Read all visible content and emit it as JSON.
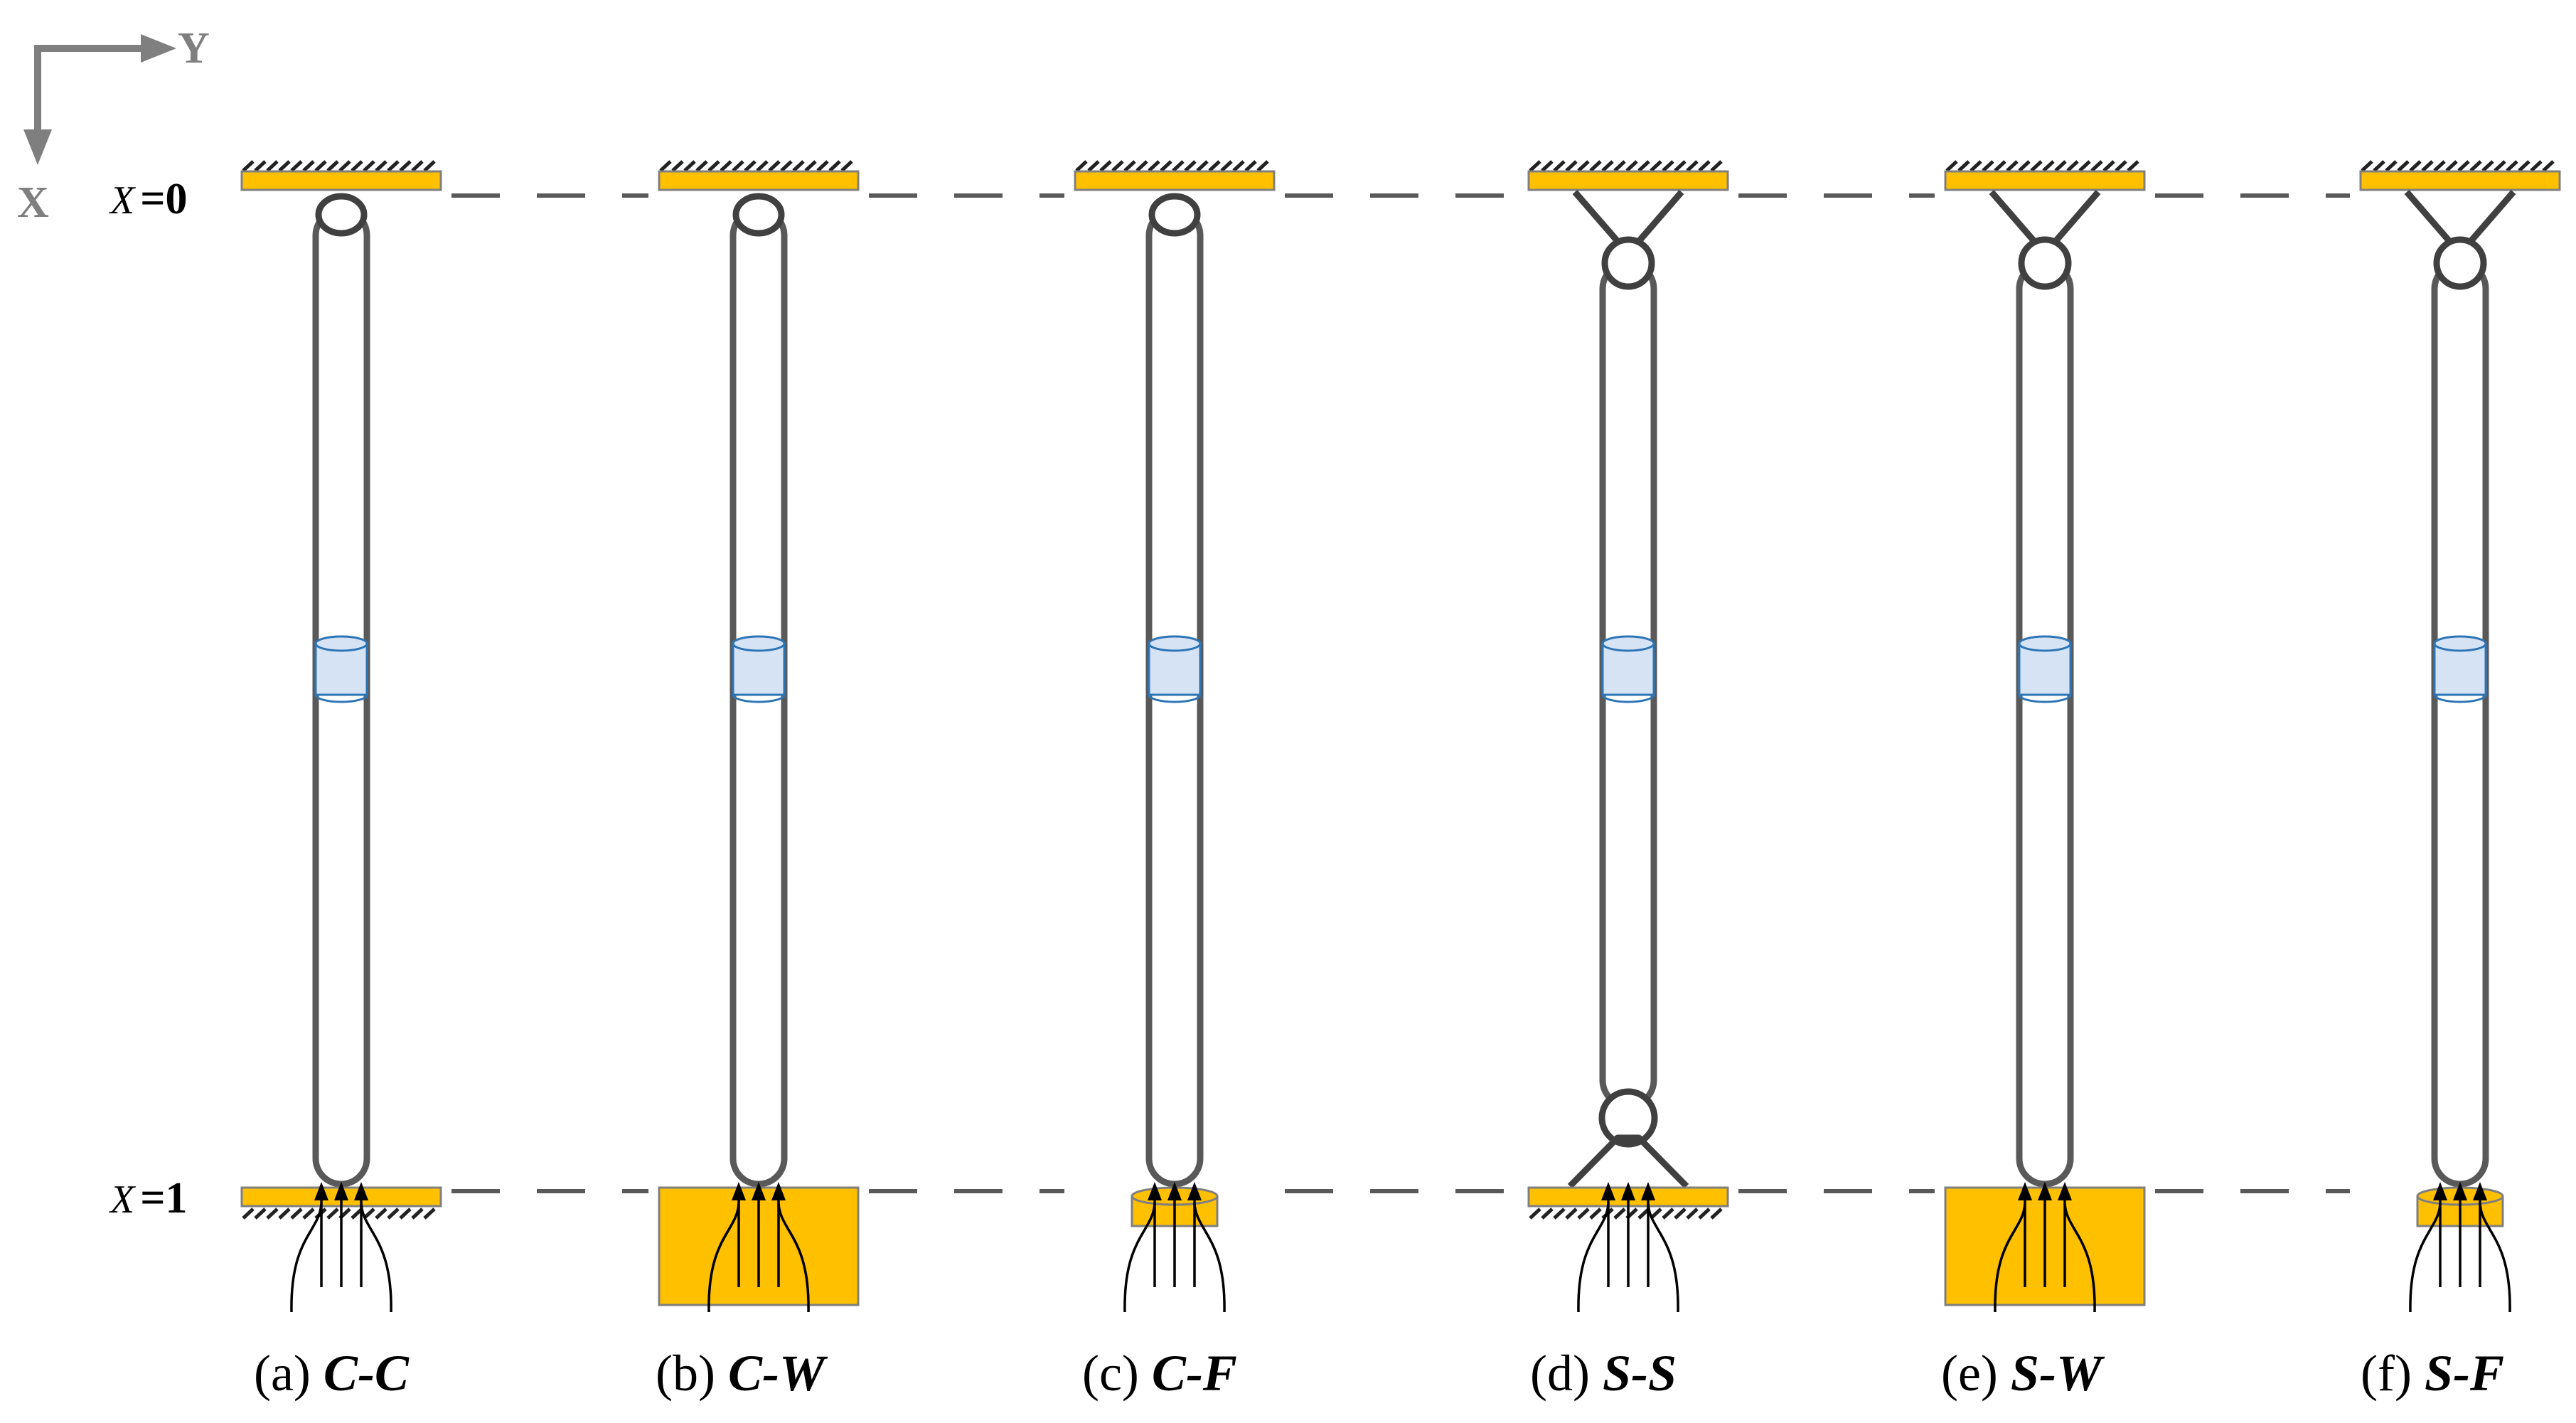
{
  "axes": {
    "horizontal_label": "Y",
    "vertical_label": "X",
    "color": "#7F7F7F"
  },
  "positions": {
    "top": {
      "variable": "X",
      "value": "=0"
    },
    "bottom": {
      "variable": "X",
      "value": "=1"
    }
  },
  "colors": {
    "support": "#FFC000",
    "pipe_outline": "#595959",
    "fluid_element": "#D6E3F5",
    "fluid_element_outline": "#2E75B6"
  },
  "cases": [
    {
      "label": "(a)",
      "code": "C-C",
      "top": "clamped",
      "bottom": "clamped"
    },
    {
      "label": "(b)",
      "code": "C-W",
      "top": "clamped",
      "bottom": "wall"
    },
    {
      "label": "(c)",
      "code": "C-F",
      "top": "clamped",
      "bottom": "free"
    },
    {
      "label": "(d)",
      "code": "S-S",
      "top": "pinned",
      "bottom": "pinned"
    },
    {
      "label": "(e)",
      "code": "S-W",
      "top": "pinned",
      "bottom": "wall"
    },
    {
      "label": "(f)",
      "code": "S-F",
      "top": "pinned",
      "bottom": "free"
    }
  ]
}
